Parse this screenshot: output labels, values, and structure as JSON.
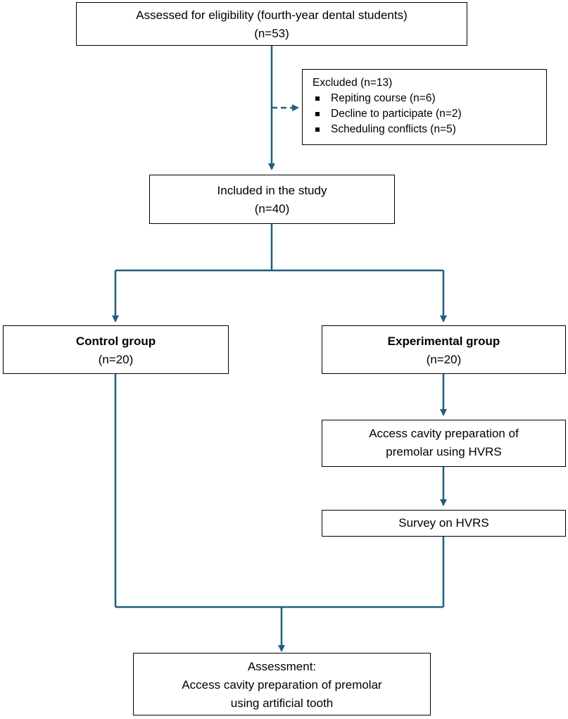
{
  "colors": {
    "connector": "#1f5f7f",
    "border": "#000000"
  },
  "eligibility": {
    "line1": "Assessed for eligibility (fourth-year dental students)",
    "line2": "(n=53)"
  },
  "excluded": {
    "title": "Excluded (n=13)",
    "items": [
      "Repiting course (n=6)",
      "Decline to participate (n=2)",
      "Scheduling conflicts (n=5)"
    ]
  },
  "included": {
    "line1": "Included in the study",
    "line2": "(n=40)"
  },
  "control": {
    "title": "Control group",
    "count": "(n=20)"
  },
  "experimental": {
    "title": "Experimental group",
    "count": "(n=20)"
  },
  "access_prep": {
    "line1": "Access cavity preparation of",
    "line2": "premolar using HVRS"
  },
  "survey": {
    "label": "Survey on HVRS"
  },
  "assessment": {
    "line1": "Assessment:",
    "line2": "Access cavity preparation of premolar",
    "line3": "using artificial tooth"
  }
}
